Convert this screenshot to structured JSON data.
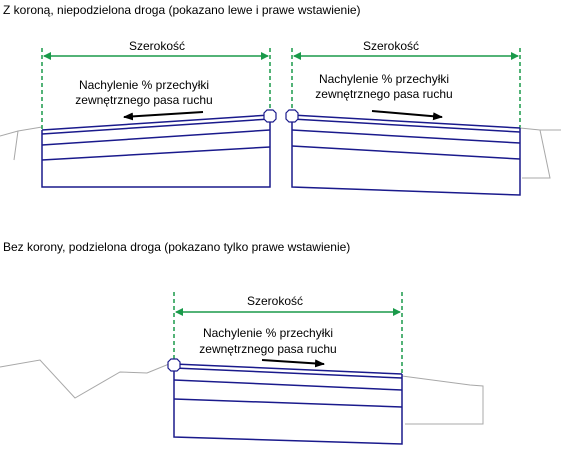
{
  "diagram": {
    "caption_top": "Z koroną, niepodzielona droga (pokazano lewe i prawe wstawienie)",
    "caption_bottom": "Bez korony, podzielona droga (pokazano tylko prawe wstawienie)",
    "width_label": "Szerokość",
    "slope_label_line1": "Nachylenie % przechyłki",
    "slope_label_line2": "zewnętrznego pasa ruchu",
    "colors": {
      "pavement": "#1a1a8c",
      "dimension": "#1a9a4a",
      "ground": "#a8a8a8",
      "arrow": "#000000"
    }
  }
}
